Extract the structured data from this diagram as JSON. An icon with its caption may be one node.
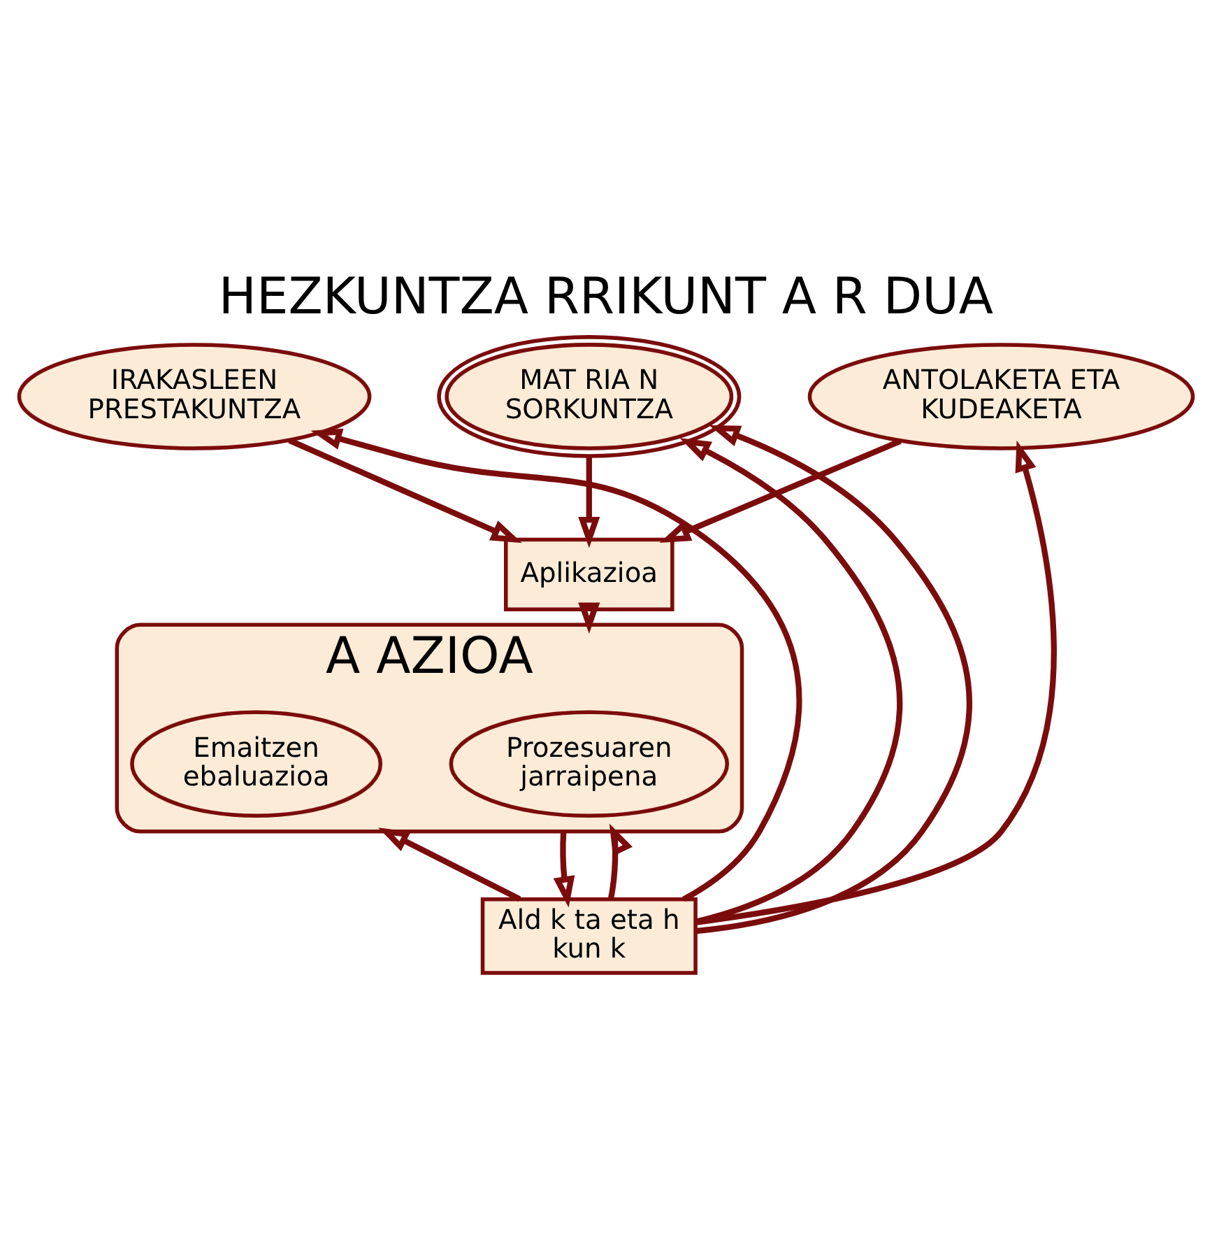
{
  "diagram": {
    "title": "HEZKUNTZA RRIKUNT A R DUA",
    "nodes": [
      {
        "text": [
          "MAT RIA N SORKUNTZA"
        ]
      },
      {
        "text": [
          "IRAKASLEEN PRESTAKUNTZA"
        ]
      },
      {
        "text": [
          "ANTOLAKETA ETA KUDEAKETA"
        ]
      },
      {
        "text": [
          "Aplikazioa"
        ]
      },
      {
        "text": [
          "A AZIOA"
        ]
      },
      {
        "text": [
          "Prozesuaren jarraipena"
        ],
        "in": 4
      },
      {
        "text": [
          "Emaitzen ebaluazioa"
        ],
        "in": 4
      },
      {
        "text": [
          "Ald k ta eta h kun k"
        ]
      }
    ],
    "edges": [
      {
        "from": 0,
        "to": 3,
        "arrow": "to"
      },
      {
        "from": 1,
        "to": 3,
        "arrow": "to"
      },
      {
        "from": 2,
        "to": 3,
        "arrow": "to"
      },
      {
        "from": 3,
        "to": 4,
        "arrow": "to"
      },
      {
        "from": 4,
        "to": 7,
        "arrow": "to"
      },
      {
        "from": 7,
        "to": 0,
        "arrow": "to"
      },
      {
        "from": 7,
        "to": 1,
        "arrow": "to"
      },
      {
        "from": 7,
        "to": 4,
        "arrow": "to"
      },
      {
        "from": 7,
        "to": 0,
        "arrow": "to"
      },
      {
        "from": 7,
        "to": 2,
        "arrow": "to"
      },
      {
        "from": 7,
        "to": 4,
        "arrow": "to"
      }
    ]
  }
}
